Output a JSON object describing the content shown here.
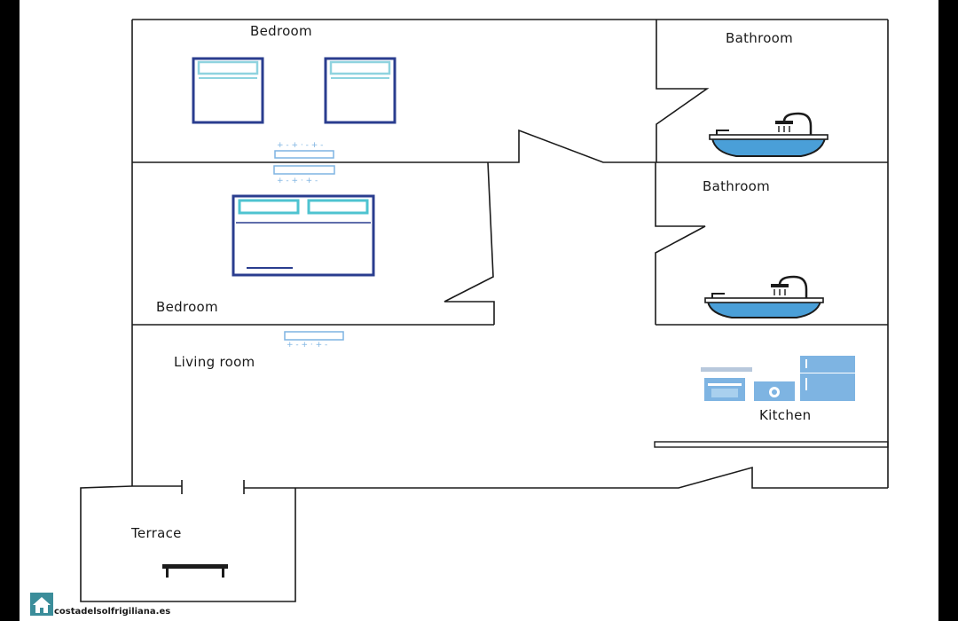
{
  "rooms": {
    "bedroom_top": "Bedroom",
    "bedroom_mid": "Bedroom",
    "bathroom_top": "Bathroom",
    "bathroom_mid": "Bathroom",
    "living_room": "Living room",
    "kitchen": "Kitchen",
    "terrace": "Terrace"
  },
  "watermark": {
    "text": "costadelsolfrigiliana.es",
    "icon": "house-icon"
  },
  "colors": {
    "frame": "#000000",
    "paper": "#ffffff",
    "wall": "#1b1b1b",
    "furniture_navy": "#2a3d8f",
    "furniture_light": "#8fd3df",
    "fixture_blue": "#4a9fd8",
    "appliance_blue": "#7eb4e2"
  }
}
